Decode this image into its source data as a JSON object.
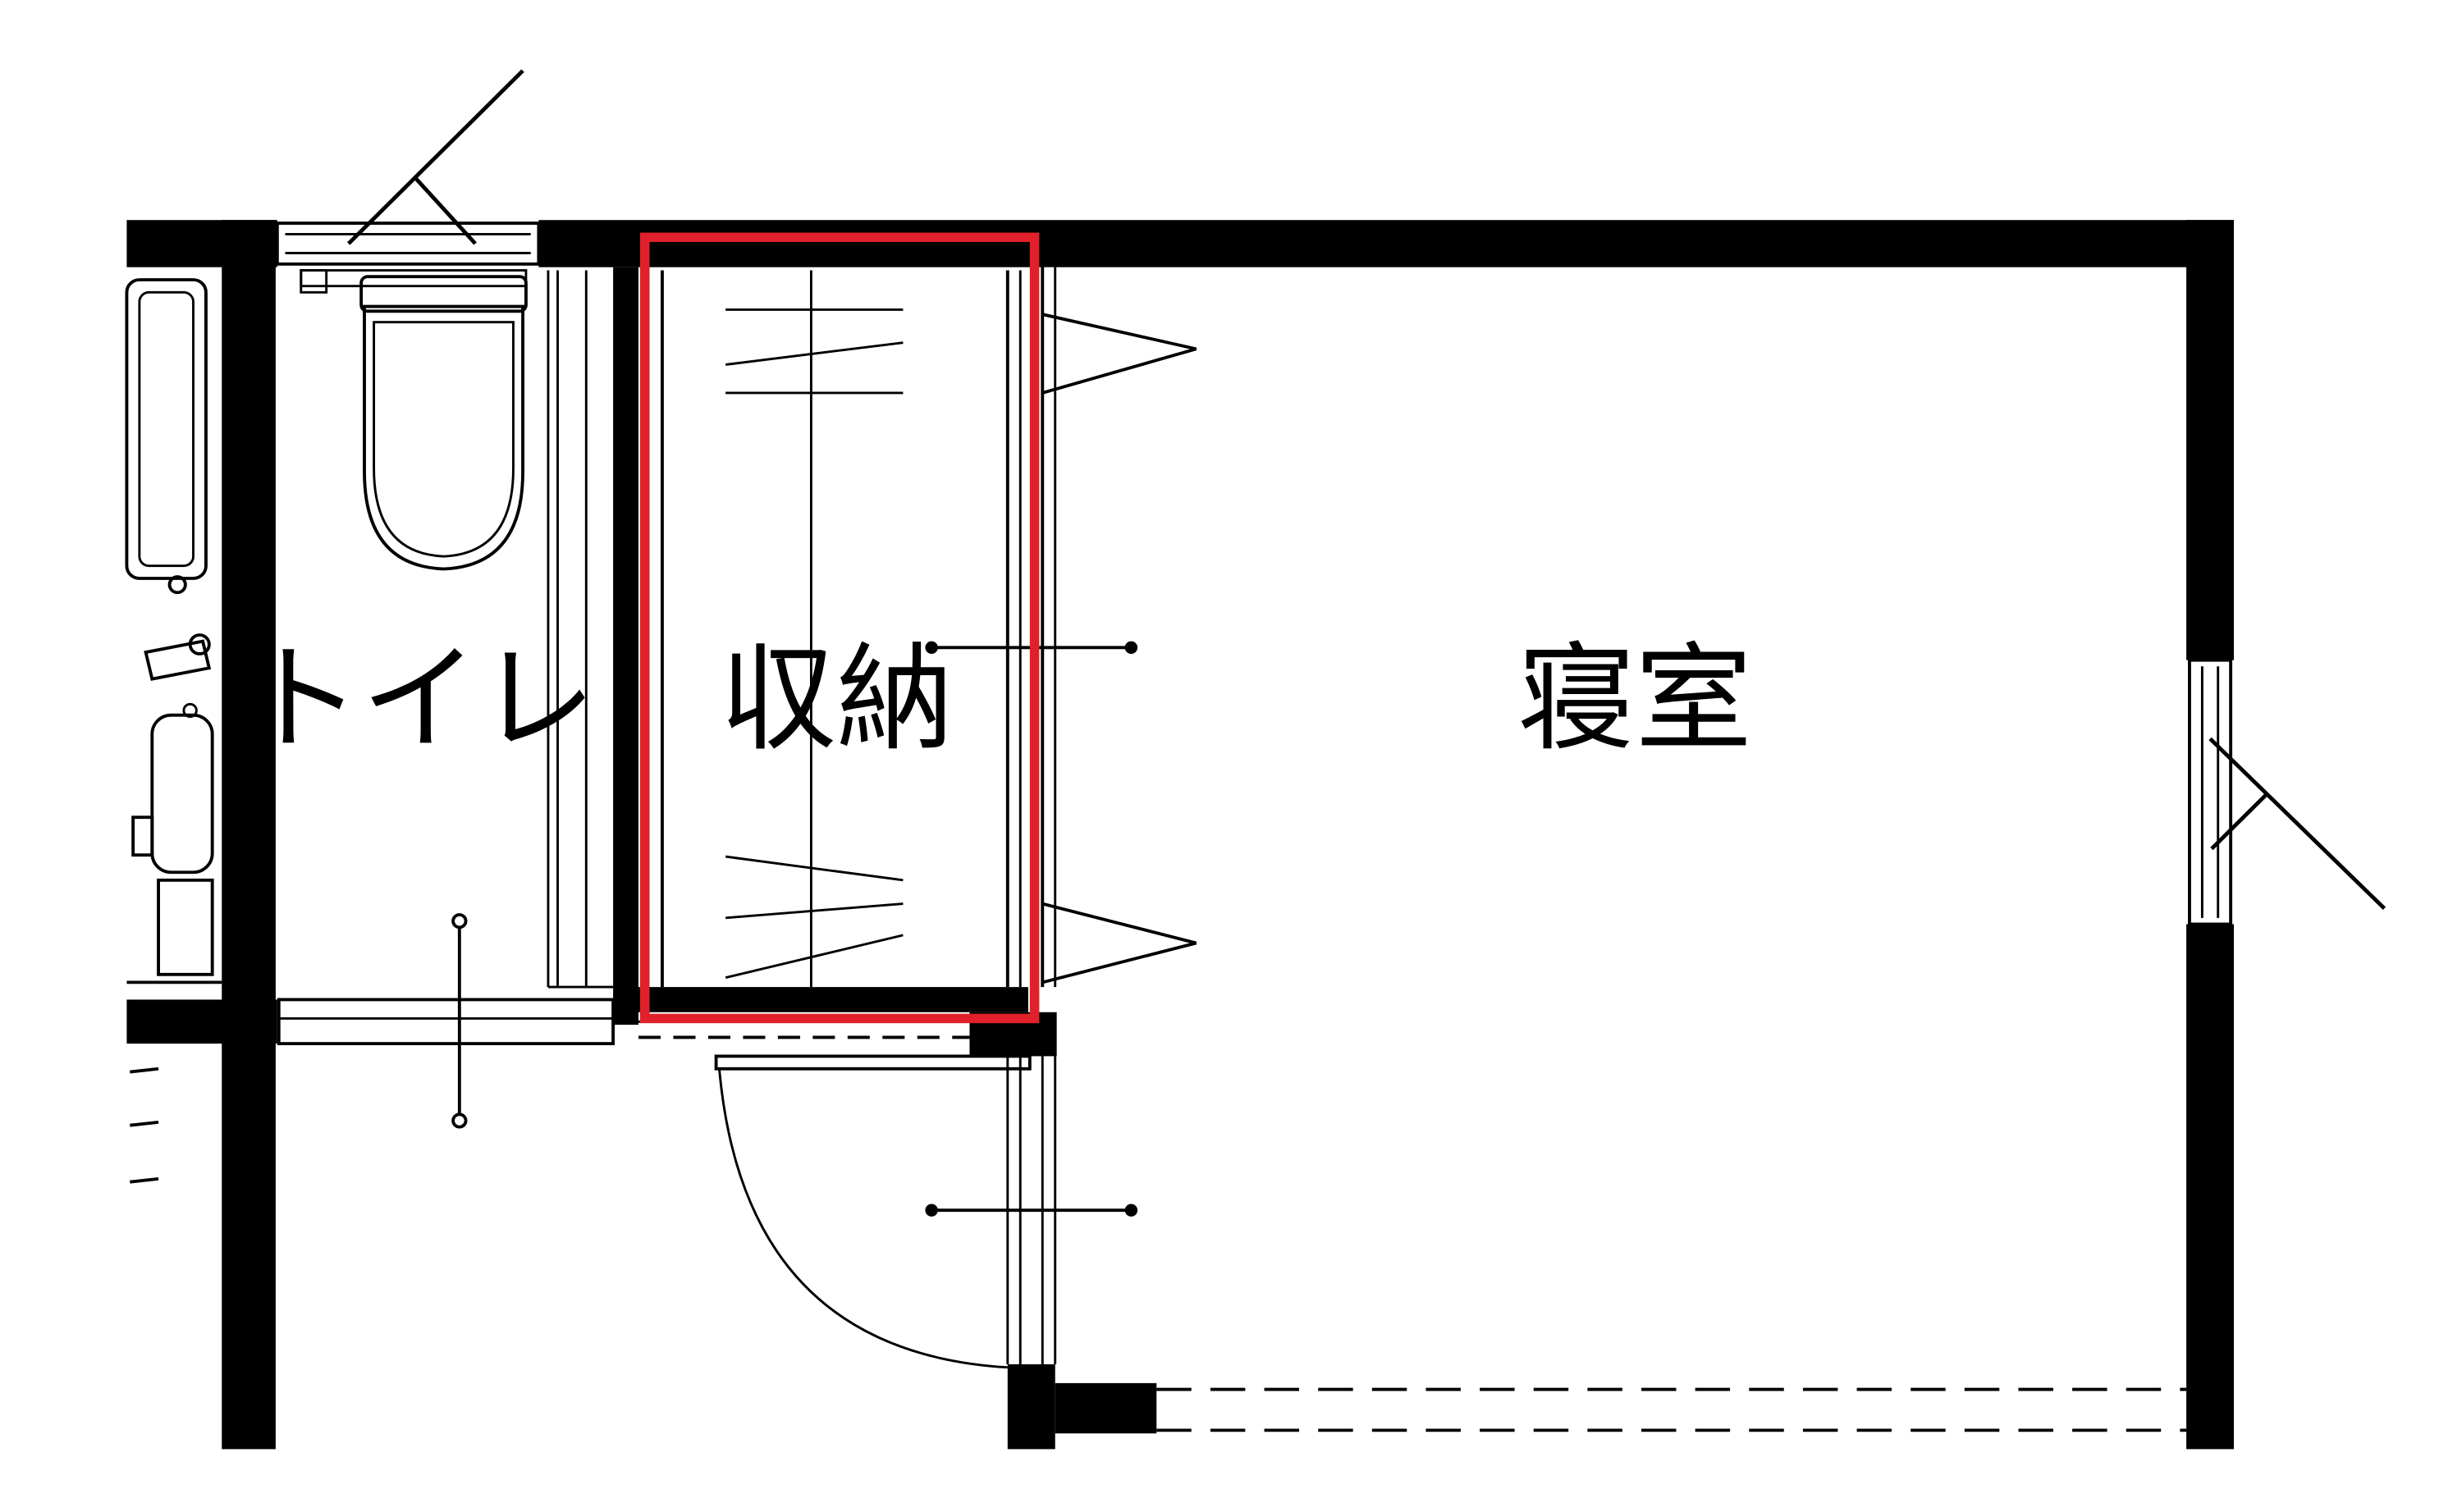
{
  "rooms": {
    "toilet": "トイレ",
    "storage": "収納",
    "bedroom": "寝室"
  },
  "highlight": {
    "target": "storage",
    "color": "#e0202a"
  },
  "colors": {
    "wall": "#000000",
    "background": "#ffffff"
  }
}
